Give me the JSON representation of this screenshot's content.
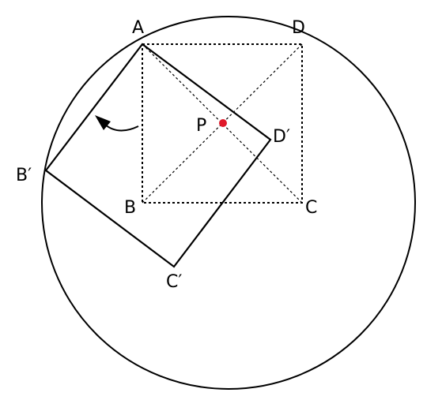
{
  "labels": {
    "A": "A",
    "B": "B",
    "C": "C",
    "D": "D",
    "P": "P",
    "B_prime": "B′",
    "C_prime": "C′",
    "D_prime": "D′"
  },
  "colors": {
    "stroke": "#000000",
    "center_point": "#e0192a",
    "background": "#ffffff"
  },
  "icons": {
    "rotation_arrow": "curved-arrow-icon"
  }
}
